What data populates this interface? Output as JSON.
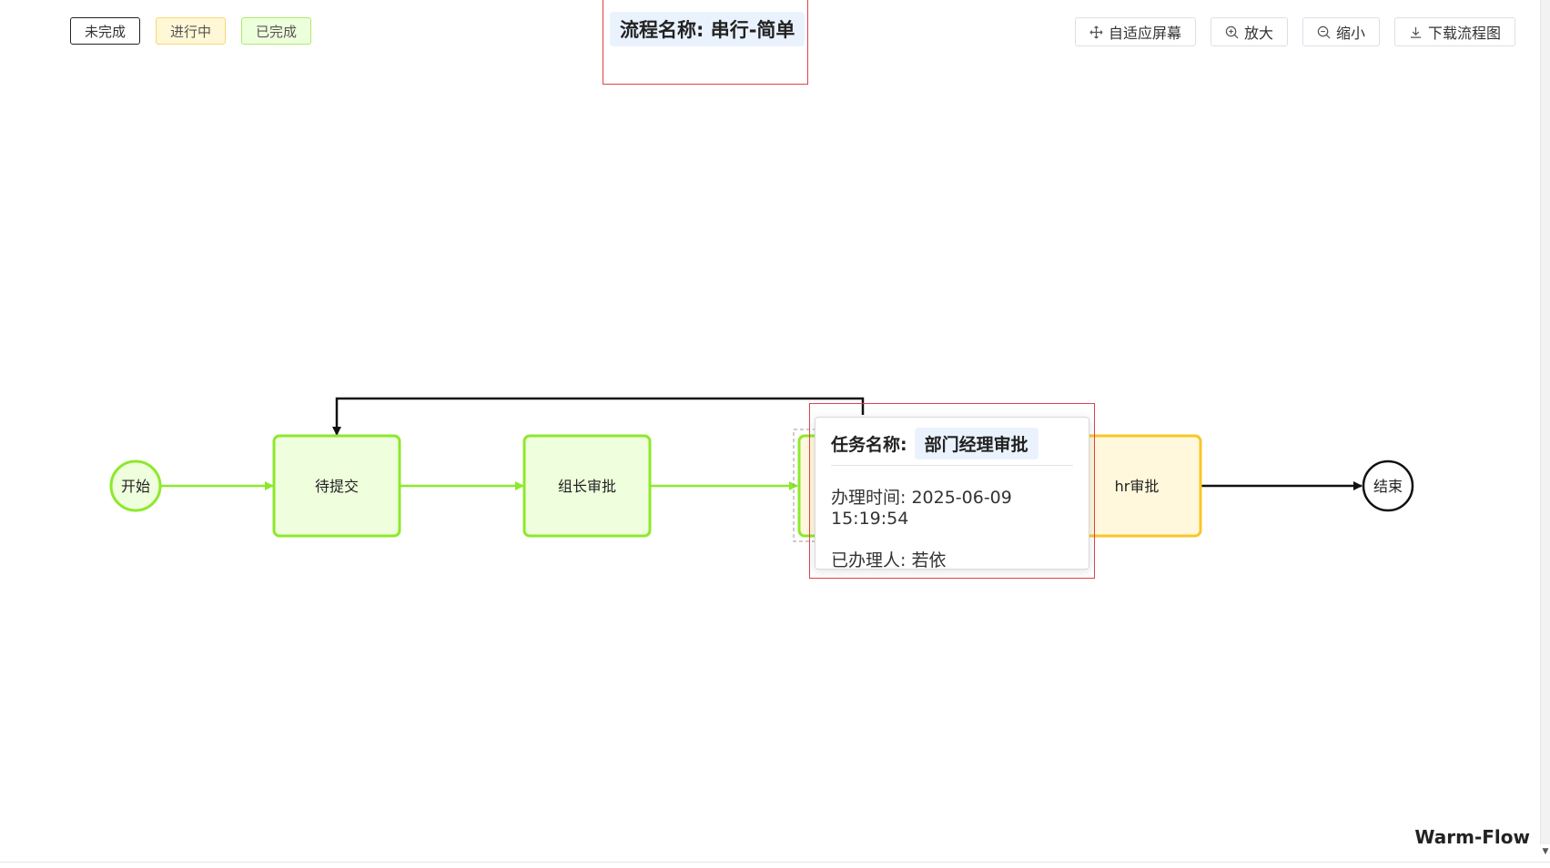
{
  "legend": {
    "pending": "未完成",
    "active": "进行中",
    "done": "已完成"
  },
  "title": {
    "text": "流程名称: 串行-简单"
  },
  "toolbar": {
    "fit": "自适应屏幕",
    "zoom_in": "放大",
    "zoom_out": "缩小",
    "download": "下载流程图"
  },
  "nodes": {
    "start": "开始",
    "submit": "待提交",
    "leader": "组长审批",
    "hr": "hr审批",
    "end": "结束"
  },
  "tooltip": {
    "task_label": "任务名称:",
    "task_name": "部门经理审批",
    "time": "办理时间: 2025-06-09 15:19:54",
    "handler": "已办理人: 若依"
  },
  "brand": "Warm-Flow",
  "colors": {
    "done_stroke": "#8ee82c",
    "done_fill": "#efffdd",
    "active_stroke": "#f9c626",
    "active_fill": "#fff8dc",
    "pending_stroke": "#111111",
    "highlight": "#e0404a"
  }
}
